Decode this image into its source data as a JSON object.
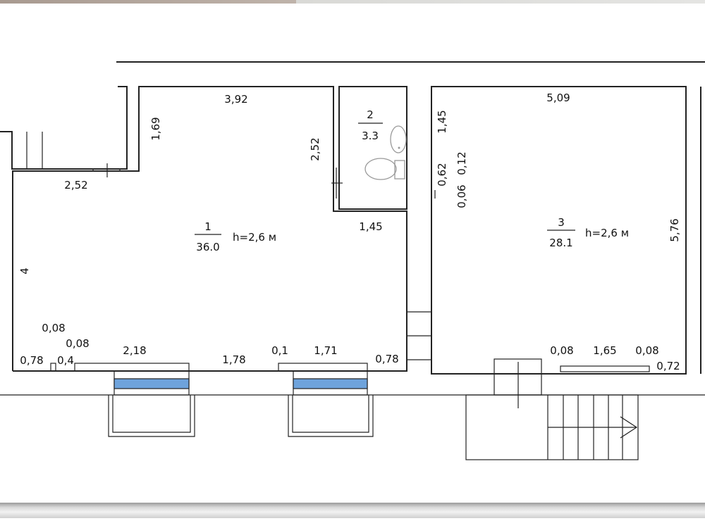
{
  "rooms": [
    {
      "number": "1",
      "area": "36.0",
      "height": "h=2,6 м"
    },
    {
      "number": "2",
      "area": "3.3"
    },
    {
      "number": "3",
      "area": "28.1",
      "height": "h=2,6 м"
    }
  ],
  "dimensions": {
    "r1_top": "3,92",
    "r1_left_upper": "1,69",
    "r1_ledge": "2,52",
    "r1_right": "2,52",
    "r1_bath_bottom": "1,45",
    "r1_left": "4",
    "r1_b_078a": "0,78",
    "r1_b_04": "0,4",
    "r1_b_008a": "0,08",
    "r1_b_008b": "0,08",
    "r1_b_218": "2,18",
    "r1_b_178": "1,78",
    "r1_b_01": "0,1",
    "r1_b_171": "1,71",
    "r1_b_078b": "0,78",
    "r3_top": "5,09",
    "r3_right": "5,76",
    "r3_left_145": "1,45",
    "r3_left_062": "0,62",
    "r3_left_012": "0,12",
    "r3_left_006": "0,06",
    "r3_b_008a": "0,08",
    "r3_b_165": "1,65",
    "r3_b_008b": "0,08",
    "r3_b_072": "0,72"
  },
  "colors": {
    "glass": "#6ea3dc",
    "line": "#222222"
  }
}
